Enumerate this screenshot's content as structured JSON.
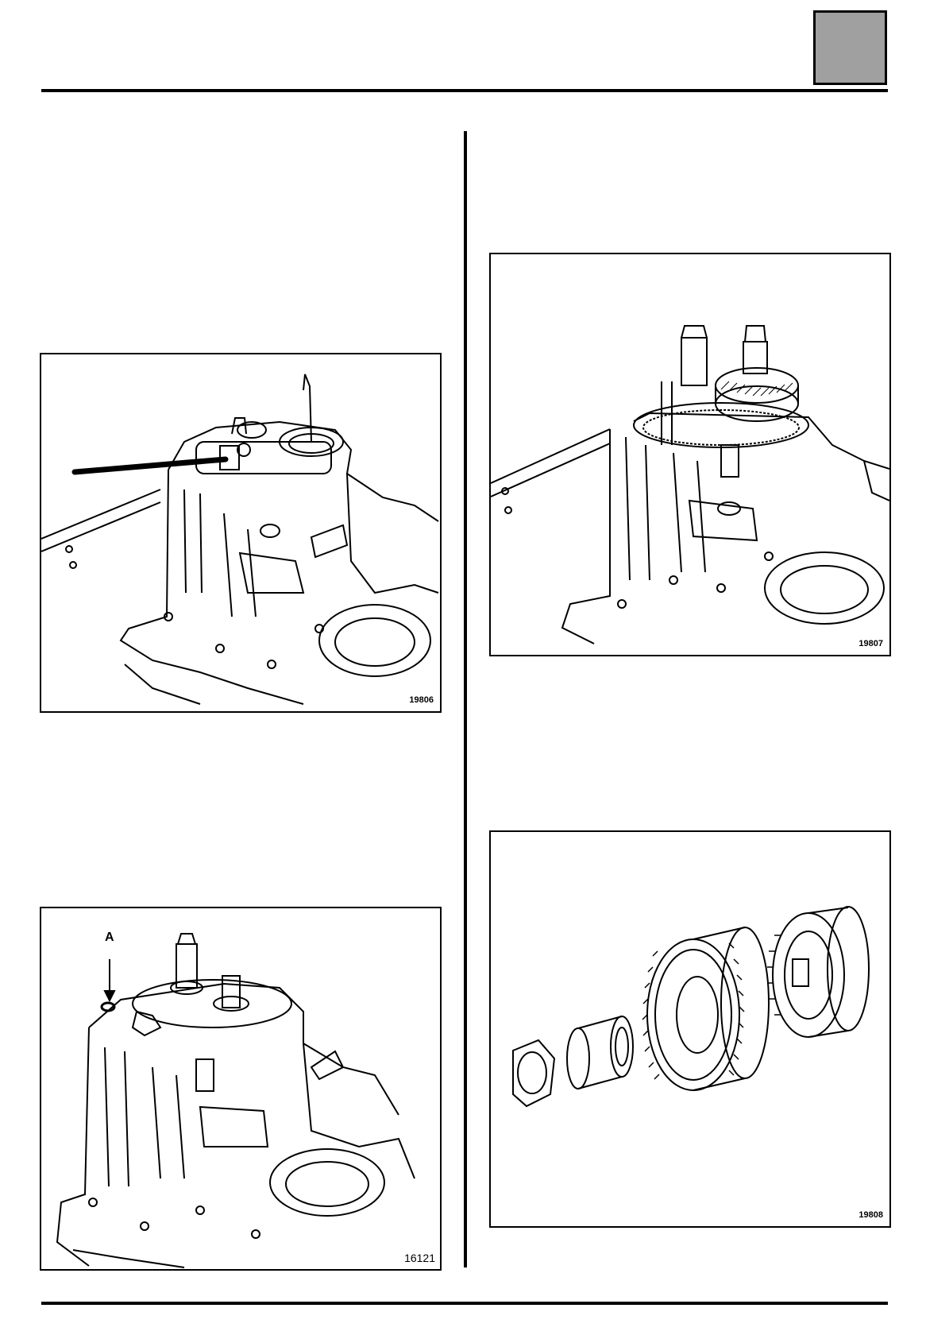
{
  "page": {
    "section_tab_color": "#a0a0a0"
  },
  "figures": [
    {
      "id": "fig-1",
      "number": "19806"
    },
    {
      "id": "fig-2",
      "number": "19807"
    },
    {
      "id": "fig-3",
      "number": "16121",
      "callout": "A"
    },
    {
      "id": "fig-4",
      "number": "19808"
    }
  ]
}
